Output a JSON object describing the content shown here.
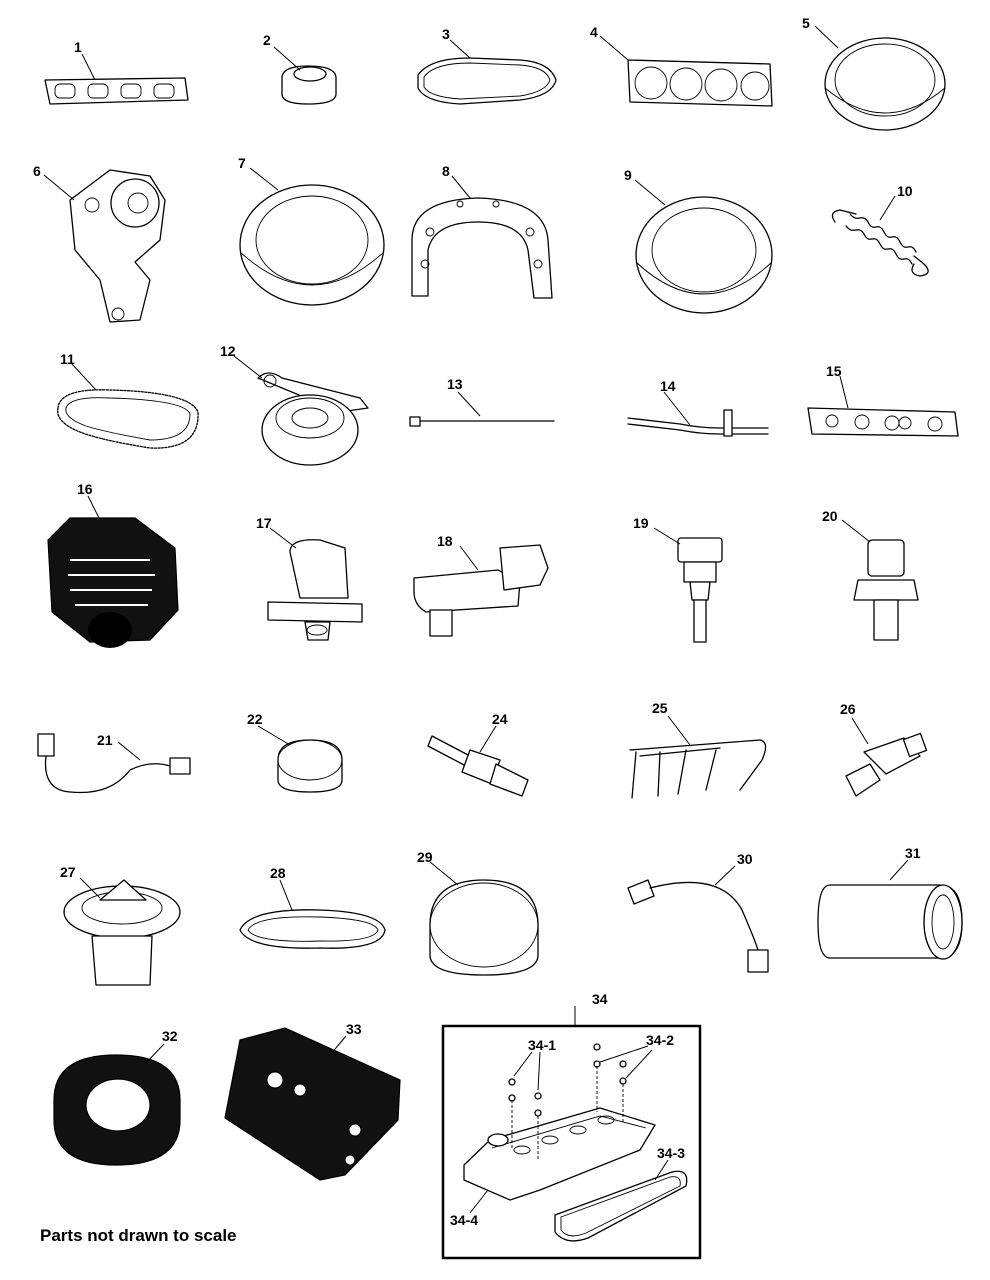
{
  "labels": {
    "p1": "1",
    "p2": "2",
    "p3": "3",
    "p4": "4",
    "p5": "5",
    "p6": "6",
    "p7": "7",
    "p8": "8",
    "p9": "9",
    "p10": "10",
    "p11": "11",
    "p12": "12",
    "p13": "13",
    "p14": "14",
    "p15": "15",
    "p16": "16",
    "p17": "17",
    "p18": "18",
    "p19": "19",
    "p20": "20",
    "p21": "21",
    "p22": "22",
    "p23": "24",
    "p25": "25",
    "p26": "26",
    "p27": "27",
    "p28": "28",
    "p29": "29",
    "p30": "30",
    "p31": "31",
    "p32": "32",
    "p33": "33",
    "p34": "34",
    "p34_1": "34-1",
    "p34_2": "34-2",
    "p34_3": "34-3",
    "p34_4": "34-4"
  },
  "footnote": "Parts not drawn to scale"
}
